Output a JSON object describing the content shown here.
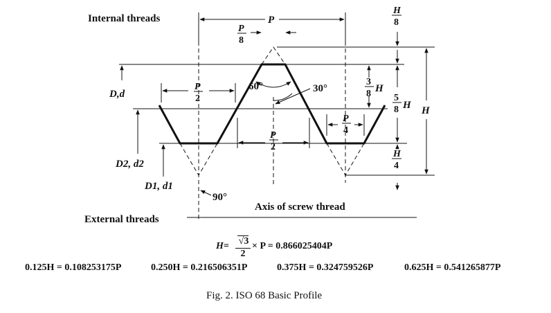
{
  "labels": {
    "internal_threads": "Internal threads",
    "external_threads": "External threads",
    "axis": "Axis of screw thread",
    "pitch": "P",
    "p_over_8": [
      "P",
      "8"
    ],
    "p_over_2_left": [
      "P",
      "2"
    ],
    "p_over_2_center": [
      "P",
      "2"
    ],
    "p_over_4": [
      "P",
      "4"
    ],
    "angle_60": "60°",
    "angle_30": "30°",
    "angle_90": "90°",
    "major_diameter": "D,d",
    "pitch_diameter": "D2, d2",
    "minor_diameter": "D1, d1",
    "h_over_8": [
      "H",
      "8"
    ],
    "three_eighths_h": [
      "3",
      "8",
      "H"
    ],
    "five_eighths_h": [
      "5",
      "8",
      "H"
    ],
    "h_over_4": [
      "H",
      "4"
    ],
    "h": "H"
  },
  "formula_main": {
    "lhs": "H",
    "eq": "=",
    "sqrt_num": "3",
    "den": "2",
    "rhs": "× P = 0.866025404P"
  },
  "formula_list": [
    "0.125H = 0.108253175P",
    "0.250H = 0.216506351P",
    "0.375H = 0.324759526P",
    "0.625H = 0.541265877P"
  ],
  "caption": "Fig. 2. ISO 68 Basic Profile"
}
